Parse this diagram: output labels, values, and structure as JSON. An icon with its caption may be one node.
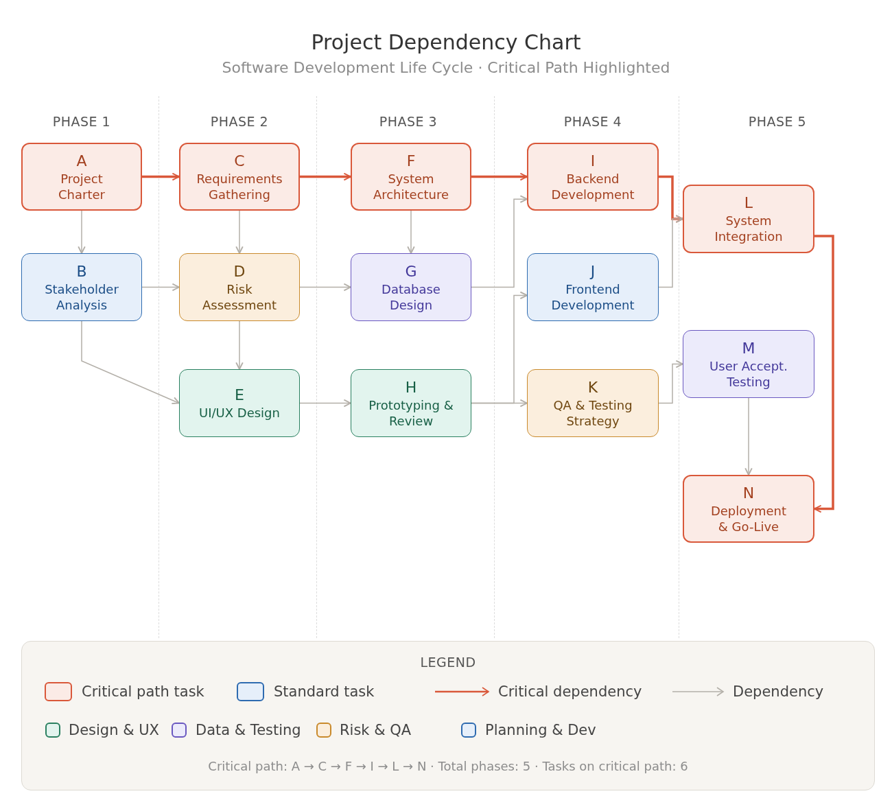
{
  "diagram": {
    "title": "Project Dependency Chart",
    "caption": "Software Development Life Cycle · Critical Path Highlighted",
    "nodes": [
      {
        "text": [
          "A",
          "Project Charter"
        ]
      },
      {
        "text": [
          "B",
          "Stakeholder Analysis"
        ]
      },
      {
        "text": [
          "C",
          "Requirements Gathering"
        ]
      },
      {
        "text": [
          "D",
          "Risk Assessment"
        ]
      },
      {
        "text": [
          "E",
          "UI/UX Design"
        ]
      },
      {
        "text": [
          "F",
          "System Architecture"
        ]
      },
      {
        "text": [
          "G",
          "Database Design"
        ]
      },
      {
        "text": [
          "H",
          "Prototyping & Review"
        ]
      },
      {
        "text": [
          "I",
          "Backend Development"
        ]
      },
      {
        "text": [
          "J",
          "Frontend Development"
        ]
      },
      {
        "text": [
          "K",
          "QA & Testing Strategy"
        ]
      },
      {
        "text": [
          "L",
          "System Integration"
        ]
      },
      {
        "text": [
          "M",
          "User Accept. Testing"
        ]
      },
      {
        "text": [
          "N",
          "Deployment & Go-Live"
        ]
      }
    ],
    "edges": [
      {
        "from": 0,
        "to": 2,
        "arrow": "to",
        "style": "thick",
        "color": "#d9583a"
      },
      {
        "from": 2,
        "to": 5,
        "arrow": "to",
        "style": "thick",
        "color": "#d9583a"
      },
      {
        "from": 5,
        "to": 8,
        "arrow": "to",
        "style": "thick",
        "color": "#d9583a"
      },
      {
        "from": 8,
        "to": 11,
        "arrow": "to",
        "style": "thick",
        "color": "#d9583a"
      },
      {
        "from": 11,
        "to": 13,
        "arrow": "to",
        "style": "thick",
        "color": "#d9583a"
      },
      {
        "from": 0,
        "to": 1,
        "arrow": "to"
      },
      {
        "from": 2,
        "to": 3,
        "arrow": "to"
      },
      {
        "from": 3,
        "to": 4,
        "arrow": "to"
      },
      {
        "from": 5,
        "to": 6,
        "arrow": "to"
      },
      {
        "from": 1,
        "to": 3,
        "arrow": "to"
      },
      {
        "from": 3,
        "to": 6,
        "arrow": "to"
      },
      {
        "from": 1,
        "to": 4,
        "arrow": "to"
      },
      {
        "from": 4,
        "to": 7,
        "arrow": "to"
      },
      {
        "from": 6,
        "to": 8,
        "arrow": "to"
      },
      {
        "from": 7,
        "to": 9,
        "arrow": "to"
      },
      {
        "from": 7,
        "to": 10,
        "arrow": "to"
      },
      {
        "from": 9,
        "to": 11,
        "arrow": "to"
      },
      {
        "from": 10,
        "to": 12,
        "arrow": "to"
      },
      {
        "from": 12,
        "to": 13,
        "arrow": "to"
      }
    ],
    "labels": [
      "PHASE 1",
      "PHASE 2",
      "PHASE 3",
      "PHASE 4",
      "PHASE 5",
      "LEGEND",
      "Critical path: A → C → F → I → L → N · Total phases: 5 · Tasks on critical path: 6"
    ],
    "legend": [
      {
        "text": "Critical path task",
        "color": "#fbebe6"
      },
      {
        "text": "Standard task",
        "color": "#e6effa"
      },
      {
        "text": "Critical dependency"
      },
      {
        "text": "Dependency"
      },
      {
        "text": "Design & UX",
        "color": "#e2f4ee"
      },
      {
        "text": "Data & Testing",
        "color": "#ecebfb"
      },
      {
        "text": "Risk & QA",
        "color": "#fbeedd"
      },
      {
        "text": "Planning & Dev",
        "color": "#e6effa"
      }
    ]
  }
}
